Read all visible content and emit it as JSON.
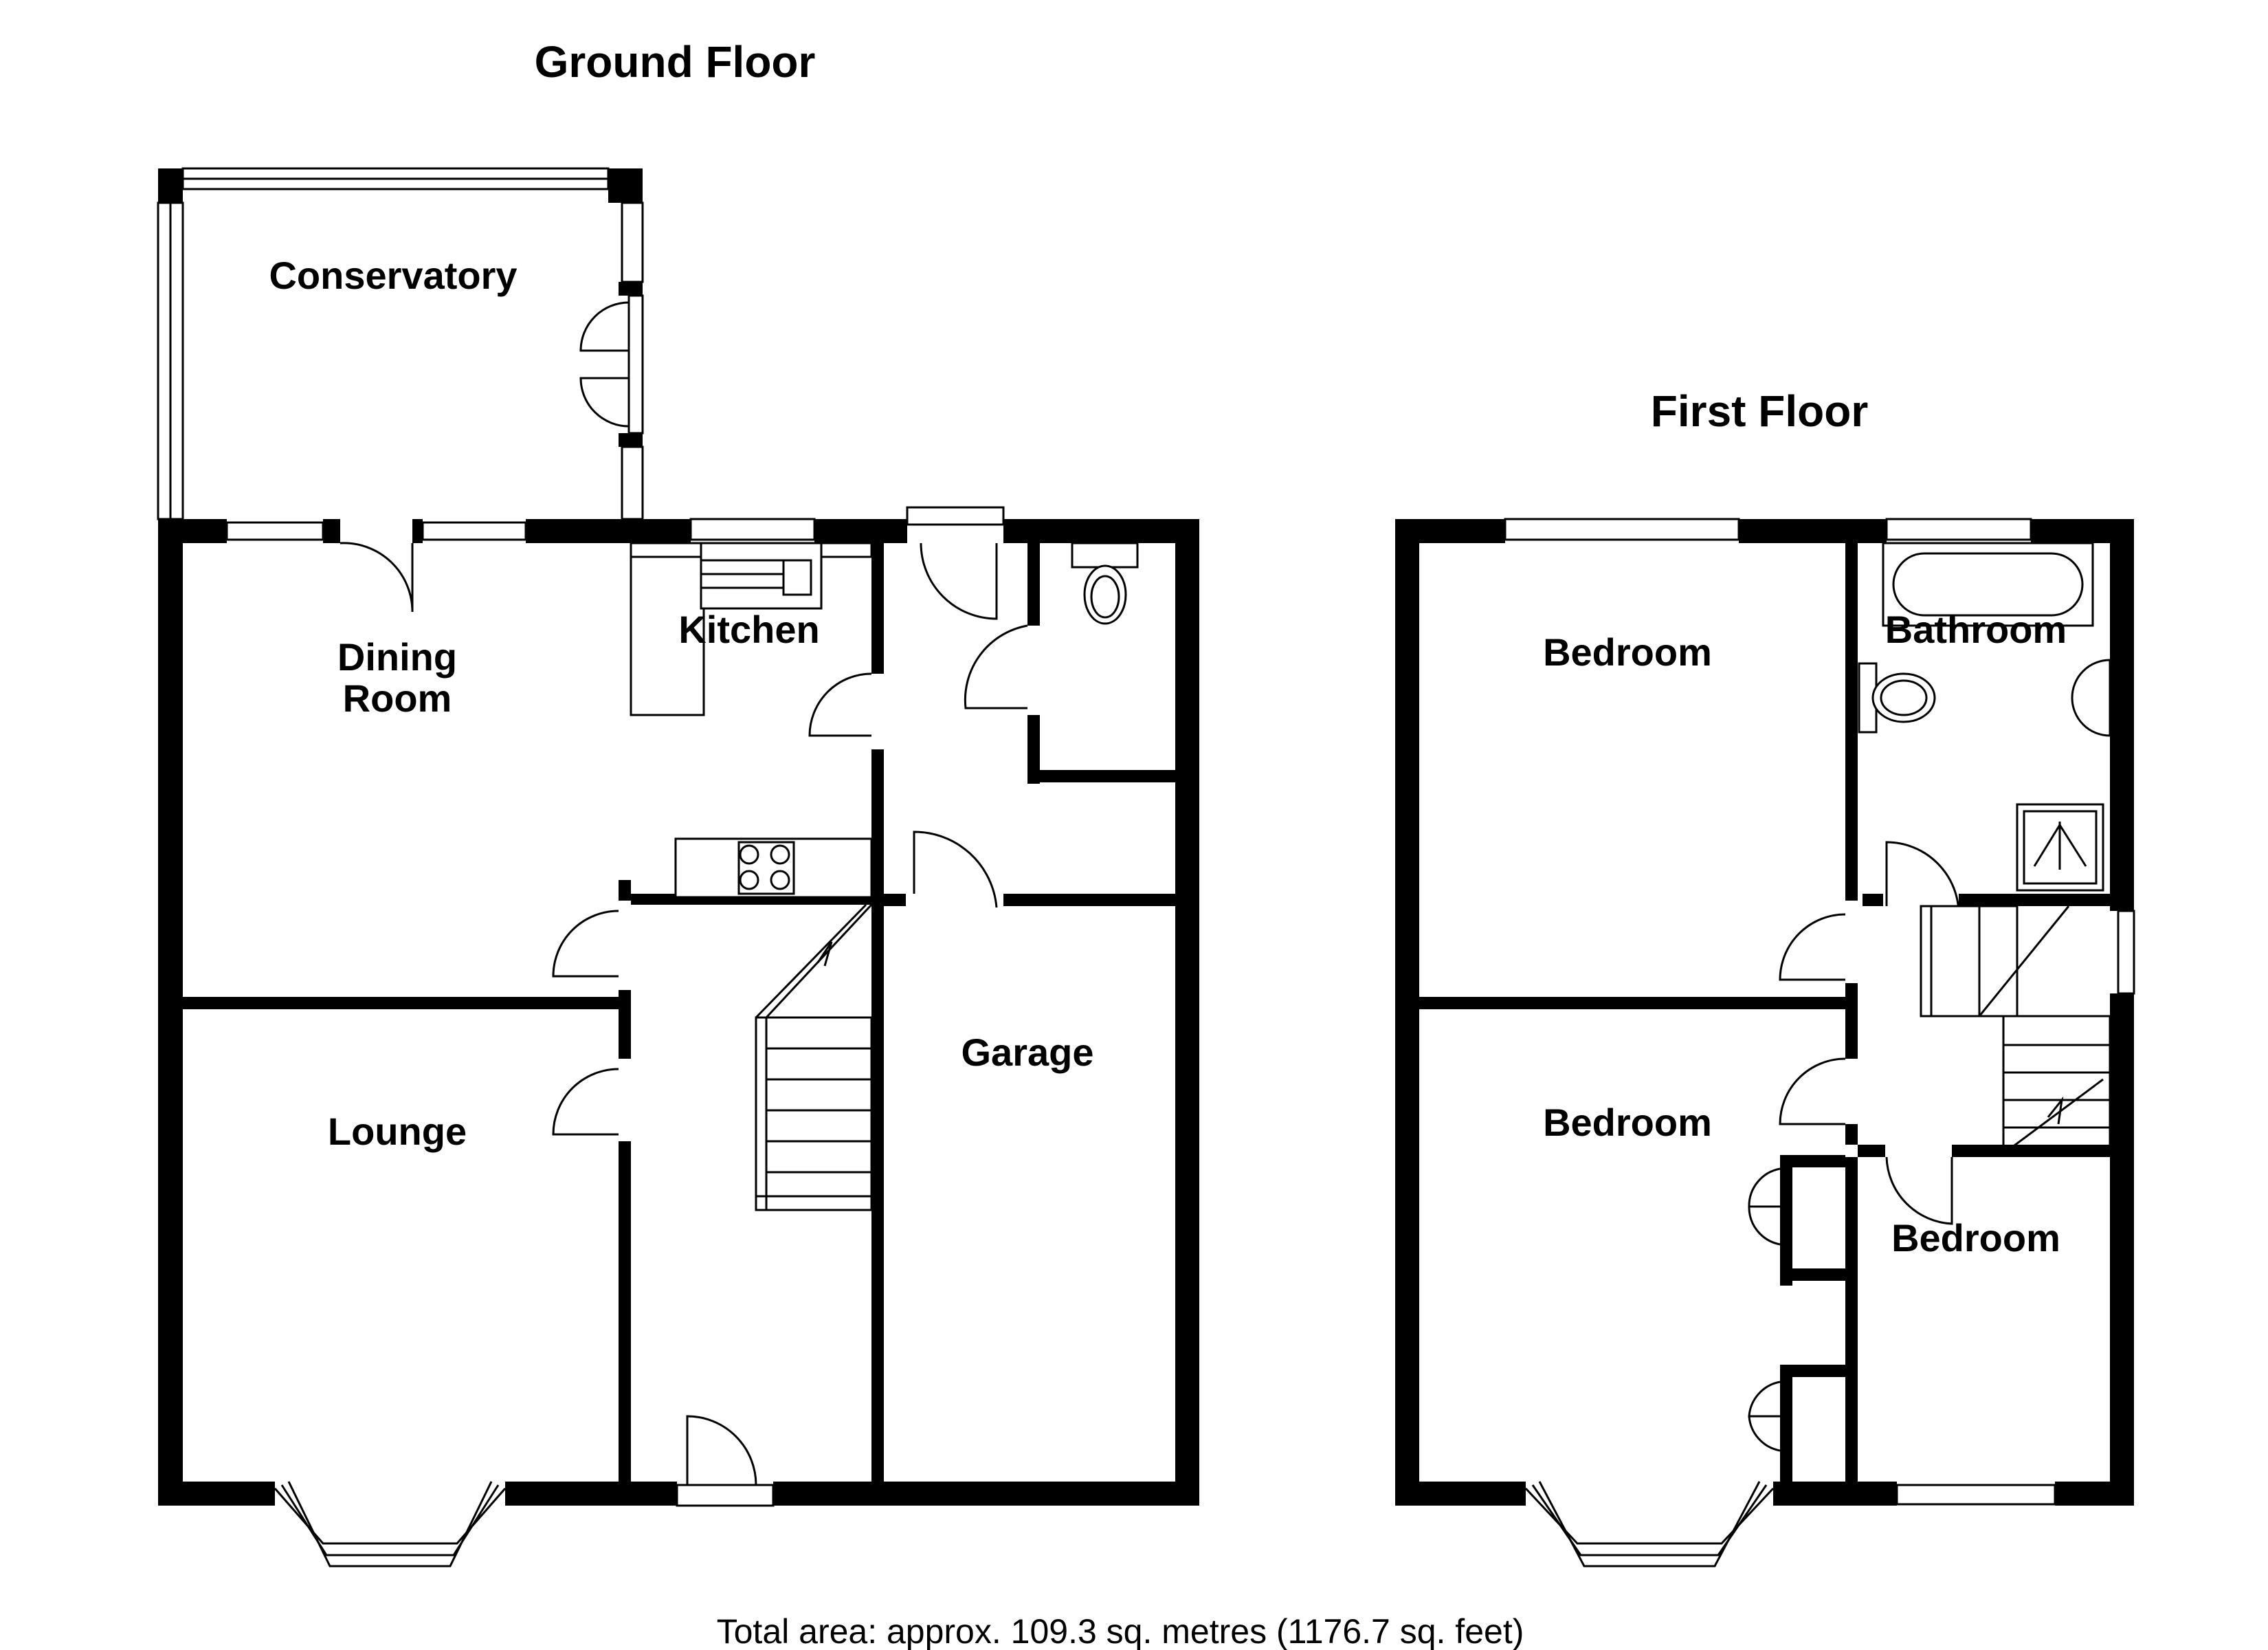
{
  "floors": {
    "ground": {
      "title": "Ground Floor",
      "rooms": {
        "conservatory": "Conservatory",
        "dining_room_line1": "Dining",
        "dining_room_line2": "Room",
        "kitchen": "Kitchen",
        "lounge": "Lounge",
        "garage": "Garage"
      }
    },
    "first": {
      "title": "First Floor",
      "rooms": {
        "bedroom_1": "Bedroom",
        "bathroom": "Bathroom",
        "bedroom_2": "Bedroom",
        "bedroom_3": "Bedroom"
      }
    }
  },
  "footer": {
    "total_area": "Total area: approx. 109.3 sq. metres (1176.7 sq. feet)"
  }
}
